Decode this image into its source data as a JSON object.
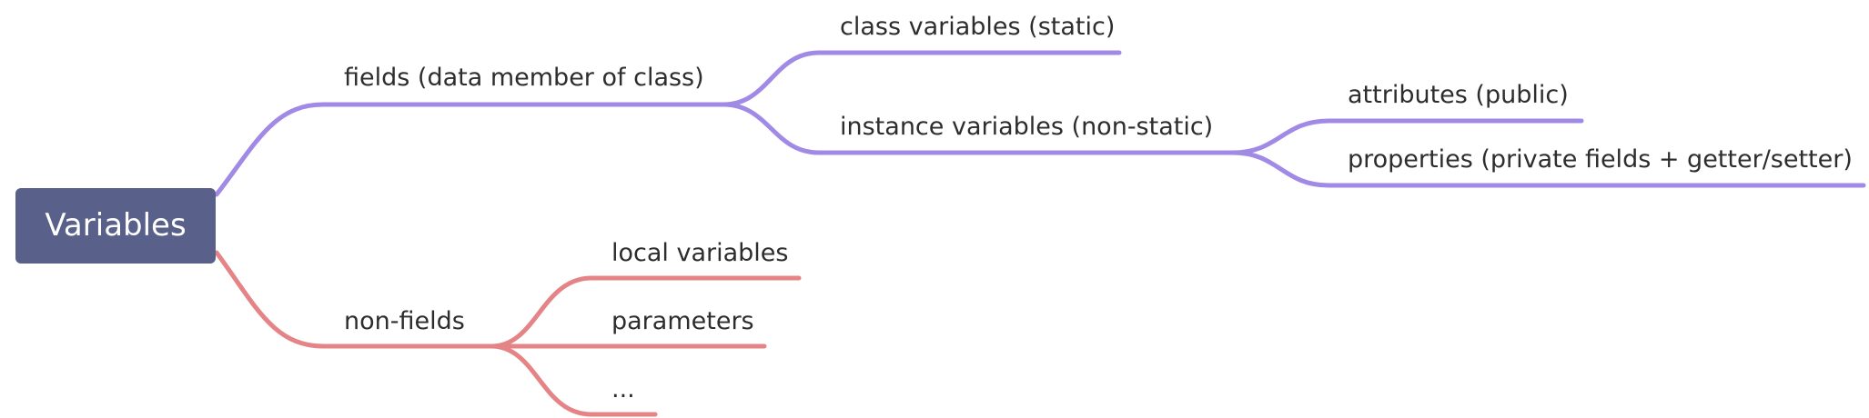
{
  "mindmap": {
    "root": {
      "label": "Variables"
    },
    "fields_branch": {
      "label": "fields (data member of class)",
      "color": "#a18ae6",
      "children": {
        "class_variables": {
          "label": "class variables (static)"
        },
        "instance_variables": {
          "label": "instance variables (non-static)",
          "children": {
            "attributes": {
              "label": "attributes (public)"
            },
            "properties": {
              "label": "properties (private fields + getter/setter)"
            }
          }
        }
      }
    },
    "non_fields_branch": {
      "label": "non-fields",
      "color": "#e58486",
      "children": {
        "local_variables": {
          "label": "local variables"
        },
        "parameters": {
          "label": "parameters"
        },
        "more": {
          "label": "..."
        }
      }
    }
  }
}
